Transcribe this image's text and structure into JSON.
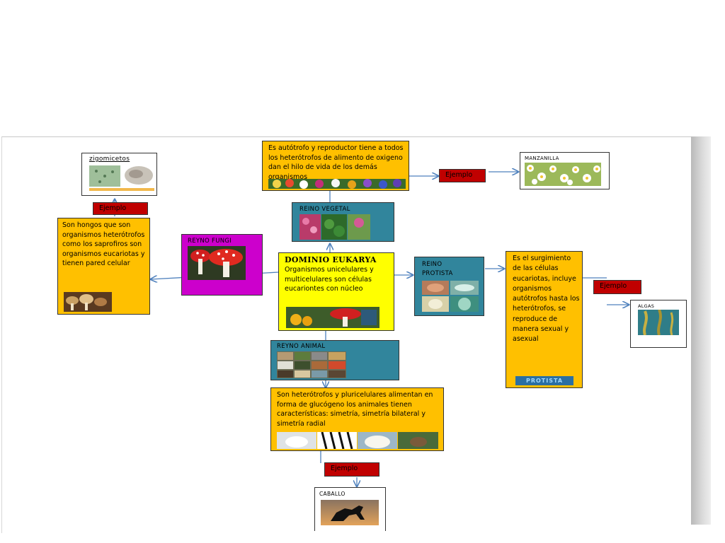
{
  "diagram": {
    "center": {
      "title": "DOMINIO EUKARYA",
      "text": "Organismos unicelulares y multicelulares  son células eucariontes con núcleo"
    },
    "vegetal": {
      "label": "REINO VEGETAL",
      "desc": "Es autótrofo  y reproductor tiene a todos  los heterótrofos de alimento de oxigeno dan el hilo de vida de los demás organismos",
      "example_tag": "Ejemplo",
      "example_label": "MANZANILLA"
    },
    "fungi": {
      "label": "REYNO FUNGI",
      "desc": "Son hongos que son organismos heterótrofos como los saprofiros son organismos eucariotas y tienen pared celular",
      "example_tag": "Ejemplo",
      "example_label": "zigomicetos"
    },
    "protista": {
      "label": "REINO PROTISTA",
      "desc": "Es el surgimiento de las células eucariotas, incluye organismos autótrofos hasta los heterótrofos, se reproduce de manera sexual y asexual",
      "banner": "PROTISTA",
      "example_tag": "Ejemplo",
      "example_label": "ALGAS"
    },
    "animal": {
      "label": "REYNO ANIMAL",
      "desc": "Son heterótrofos y pluricelulares alimentan en forma de glucógeno  los animales tienen características: simetría, simetría bilateral y simetría radial",
      "example_tag": "Ejemplo",
      "example_label": "CABALLO"
    }
  },
  "colors": {
    "orange": "#ffc000",
    "teal": "#31859c",
    "magenta": "#cc00cc",
    "yellow": "#ffff00",
    "red": "#c00000",
    "connector": "#4f81bd"
  }
}
